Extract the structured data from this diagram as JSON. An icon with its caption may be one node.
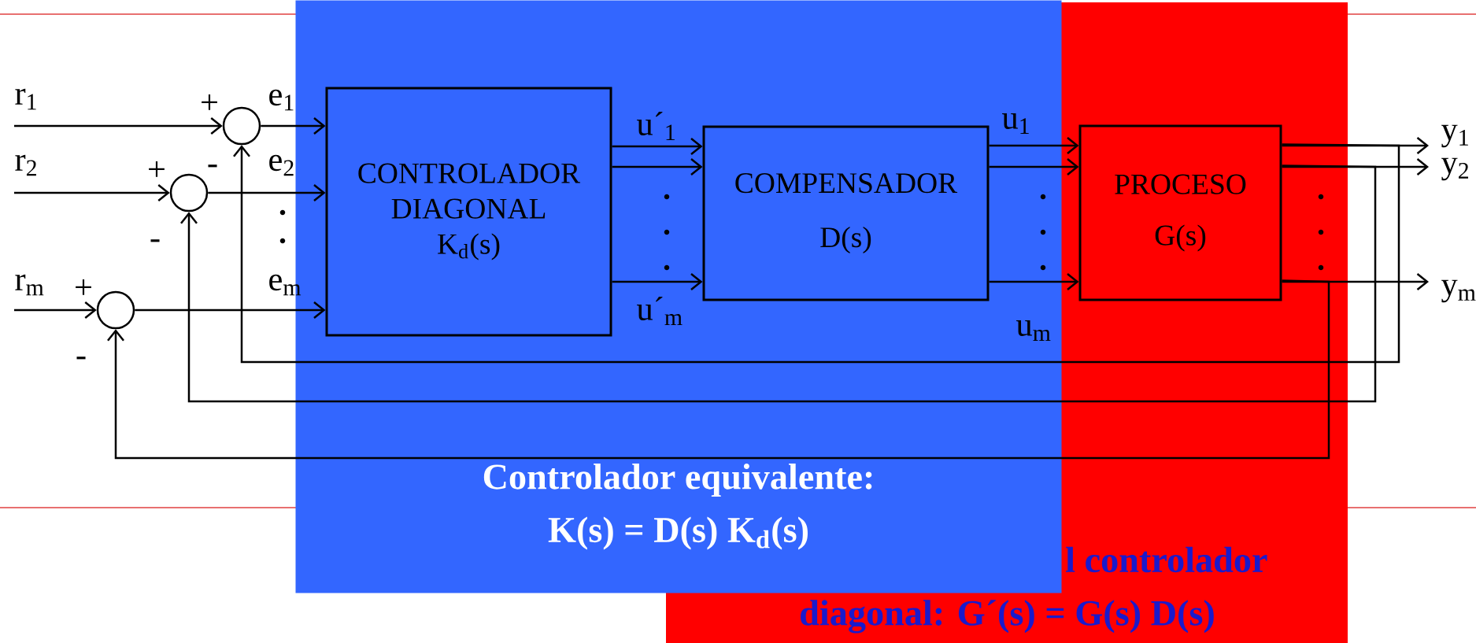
{
  "diagram": {
    "nodes": [
      {
        "text": [
          "Controlador equivalente:",
          "K(s) = D(s) K$_{d}$(s)"
        ]
      },
      {
        "text": [
          "l controlador",
          "diagonal: G´(s) = G(s) D(s)"
        ]
      },
      {
        "text": [],
        "shape": "circle",
        "beside": [
          "+",
          "-"
        ]
      },
      {
        "text": [],
        "shape": "circle",
        "beside": [
          "+",
          "-"
        ]
      },
      {
        "text": [],
        "shape": "circle",
        "beside": [
          "+",
          "-"
        ]
      },
      {
        "text": [
          "CONTROLADOR DIAGONAL",
          "K$_{d}$(s)"
        ],
        "in": 0
      },
      {
        "text": [
          "COMPENSADOR",
          "D(s)"
        ],
        "in": 0
      },
      {
        "text": [
          "PROCESO",
          "G(s)"
        ],
        "in": 1
      }
    ],
    "edges": [
      {
        "from": null,
        "to": 2,
        "arrow": "to",
        "label": "r$_{1}$"
      },
      {
        "from": null,
        "to": 3,
        "arrow": "to",
        "label": "r$_{2}$"
      },
      {
        "from": null,
        "to": 4,
        "arrow": "to",
        "label": "r$_{m}$"
      },
      {
        "from": 2,
        "to": 5,
        "arrow": "to",
        "label": "e$_{1}$"
      },
      {
        "from": 3,
        "to": 5,
        "arrow": "to",
        "label": "e$_{2}$"
      },
      {
        "from": 4,
        "to": 5,
        "arrow": "to",
        "label": "e$_{m}$"
      },
      {
        "from": 5,
        "to": 6,
        "arrow": "to",
        "label": "u´$_{1}$"
      },
      {
        "from": 5,
        "to": 6,
        "arrow": "to"
      },
      {
        "from": 5,
        "to": 6,
        "arrow": "to",
        "label": "u´$_{m}$"
      },
      {
        "from": 6,
        "to": 7,
        "arrow": "to",
        "label": "u$_{1}$"
      },
      {
        "from": 6,
        "to": 7,
        "arrow": "to"
      },
      {
        "from": 6,
        "to": 7,
        "arrow": "to",
        "label": "u$_{m}$"
      },
      {
        "from": 7,
        "to": null,
        "arrow": "to",
        "label": "y$_{1}$"
      },
      {
        "from": 7,
        "to": null,
        "arrow": "to",
        "label": "y$_{2}$"
      },
      {
        "from": 7,
        "to": null,
        "arrow": "to",
        "label": "y$_{m}$"
      },
      {
        "from": 7,
        "to": 2,
        "arrow": "to"
      },
      {
        "from": 7,
        "to": 3,
        "arrow": "to"
      },
      {
        "from": 7,
        "to": 4,
        "arrow": "to"
      }
    ]
  }
}
